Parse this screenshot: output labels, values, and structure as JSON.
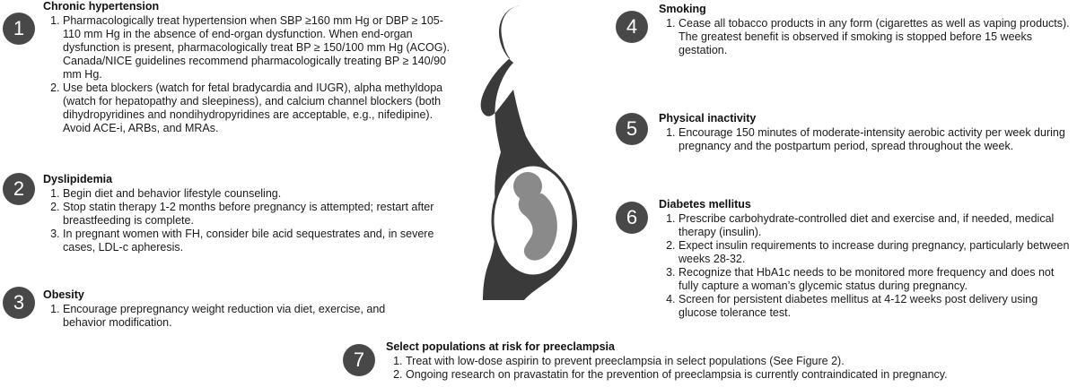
{
  "sections": [
    {
      "number": "1",
      "title": "Chronic hypertension",
      "items": [
        "Pharmacologically treat hypertension when SBP ≥160 mm Hg or DBP ≥ 105-110 mm Hg in the absence of end-organ dysfunction. When end-organ dysfunction is present, pharmacologically treat BP ≥ 150/100 mm Hg (ACOG). Canada/NICE guidelines recommend pharmacologically treating BP ≥ 140/90 mm Hg.",
        "Use beta blockers (watch for fetal bradycardia and IUGR), alpha methyldopa (watch for hepatopathy and sleepiness), and calcium channel blockers (both dihydropyridines and nondihydropyridines are acceptable, e.g., nifedipine). Avoid ACE-i, ARBs, and MRAs."
      ]
    },
    {
      "number": "2",
      "title": "Dyslipidemia",
      "items": [
        "Begin diet and behavior lifestyle counseling.",
        "Stop statin therapy 1-2 months before pregnancy is attempted; restart after breastfeeding is complete.",
        "In pregnant women with FH, consider bile acid sequestrates and, in severe cases, LDL-c apheresis."
      ]
    },
    {
      "number": "3",
      "title": "Obesity",
      "items": [
        "Encourage prepregnancy weight reduction via diet, exercise, and behavior modification."
      ]
    },
    {
      "number": "4",
      "title": "Smoking",
      "items": [
        "Cease all tobacco products in any form (cigarettes as well as vaping products). The greatest benefit is observed if smoking is stopped before 15 weeks gestation."
      ]
    },
    {
      "number": "5",
      "title": "Physical inactivity",
      "items": [
        "Encourage 150 minutes of moderate-intensity aerobic activity per week during pregnancy and the postpartum period, spread throughout the week."
      ]
    },
    {
      "number": "6",
      "title": "Diabetes mellitus",
      "items": [
        "Prescribe carbohydrate-controlled diet and exercise and, if needed, medical therapy (insulin).",
        "Expect insulin requirements to increase during pregnancy, particularly between weeks 28-32.",
        "Recognize that HbA1c needs to be monitored more frequency and does not fully capture a woman’s glycemic status during pregnancy.",
        "Screen for persistent diabetes mellitus at 4-12 weeks post delivery using glucose tolerance test."
      ]
    },
    {
      "number": "7",
      "title": "Select populations at risk for preeclampsia",
      "items": [
        "Treat with low-dose aspirin to prevent preeclampsia in select populations (See Figure 2).",
        "Ongoing research on pravastatin for the prevention of preeclampsia is currently contraindicated in pregnancy."
      ]
    }
  ],
  "colors": {
    "badge": "#484848",
    "silhouette": "#3a3a3a",
    "womb": "#ffffff",
    "fetus": "#8a8a8a"
  },
  "illustration": "pregnant-woman-silhouette"
}
